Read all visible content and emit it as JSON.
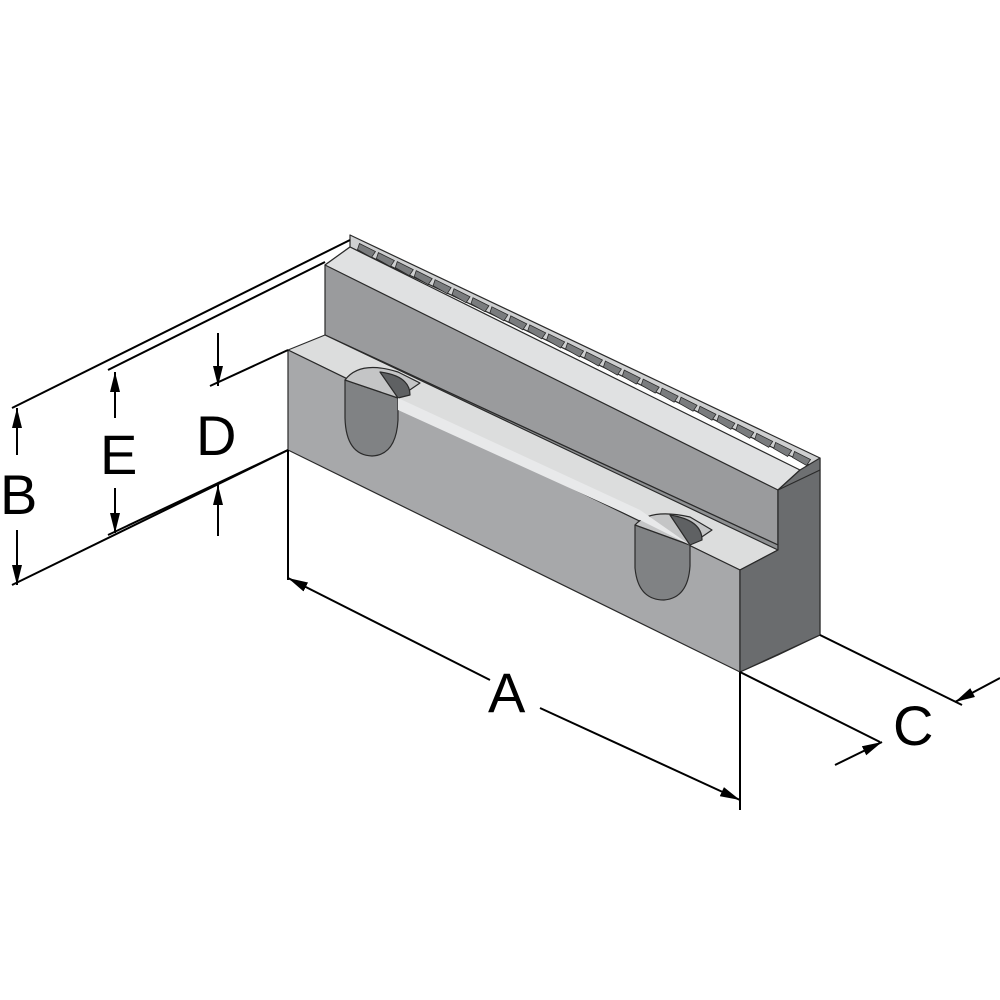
{
  "diagram": {
    "labels": {
      "A": "A",
      "B": "B",
      "C": "C",
      "D": "D",
      "E": "E"
    },
    "colors": {
      "face_front": "#a9aaab",
      "face_top": "#dadbdc",
      "face_side": "#6a6c6e",
      "face_upper_front": "#9c9d9f",
      "pocket": "#808284",
      "serration": "#7a7c7e",
      "line": "#000000"
    },
    "serration_count": 24
  }
}
